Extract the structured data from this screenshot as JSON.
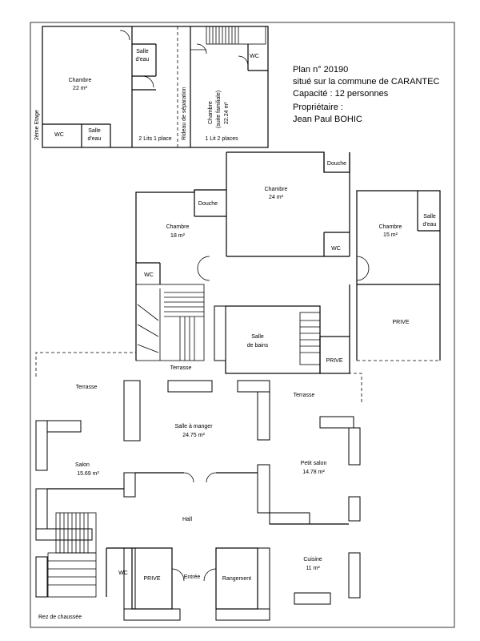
{
  "info": {
    "plan_number": "Plan n° 20190",
    "location": "situé sur la commune de CARANTEC",
    "capacity": "Capacité : 12 personnes",
    "owner_label": "Propriétaire :",
    "owner_name": "Jean Paul BOHIC"
  },
  "levels": {
    "second_floor": "2ème Etage",
    "ground_floor": "Rez de chaussée"
  },
  "second_floor": {
    "chambre_22": {
      "name": "Chambre",
      "area": "22 m²"
    },
    "salle_deau_top": {
      "line1": "Salle",
      "line2": "d'eau"
    },
    "wc": "WC",
    "wc_right": "WC",
    "salle_deau_bottom": {
      "line1": "Salle",
      "line2": "d'eau"
    },
    "beds_left": "2 Lits 1 place",
    "beds_right": "1 Lit 2 places",
    "separation": "Rideau de séparation",
    "chambre_suite": {
      "line1": "Chambre",
      "line2": "(suite familiale)",
      "area": "22.24 m²"
    }
  },
  "first_floor": {
    "chambre_24": {
      "name": "Chambre",
      "area": "24 m²"
    },
    "douche_right": "Douche",
    "douche_left": "Douche",
    "chambre_18": {
      "name": "Chambre",
      "area": "18 m²"
    },
    "wc_left": "WC",
    "wc_right": "WC",
    "chambre_15": {
      "name": "Chambre",
      "area": "15 m²"
    },
    "salle_deau": {
      "line1": "Salle",
      "line2": "d'eau"
    },
    "prive_right": "PRIVE",
    "salle_de_bains": {
      "line1": "Salle",
      "line2": "de bains"
    },
    "prive_middle": "PRIVE"
  },
  "ground_floor": {
    "terrasse_top": "Terrasse",
    "terrasse_left": "Terrasse",
    "terrasse_right": "Terrasse",
    "salle_a_manger": {
      "name": "Salle à manger",
      "area": "24.75 m²"
    },
    "salon": {
      "name": "Salon",
      "area": "15.69 m²"
    },
    "petit_salon": {
      "name": "Petit salon",
      "area": "14.78 m²"
    },
    "hall": "Hall",
    "cuisine": {
      "name": "Cuisine",
      "area": "11 m²"
    },
    "wc": "WC",
    "prive": "PRIVE",
    "entree": "Entrée",
    "rangement": "Rangement"
  }
}
